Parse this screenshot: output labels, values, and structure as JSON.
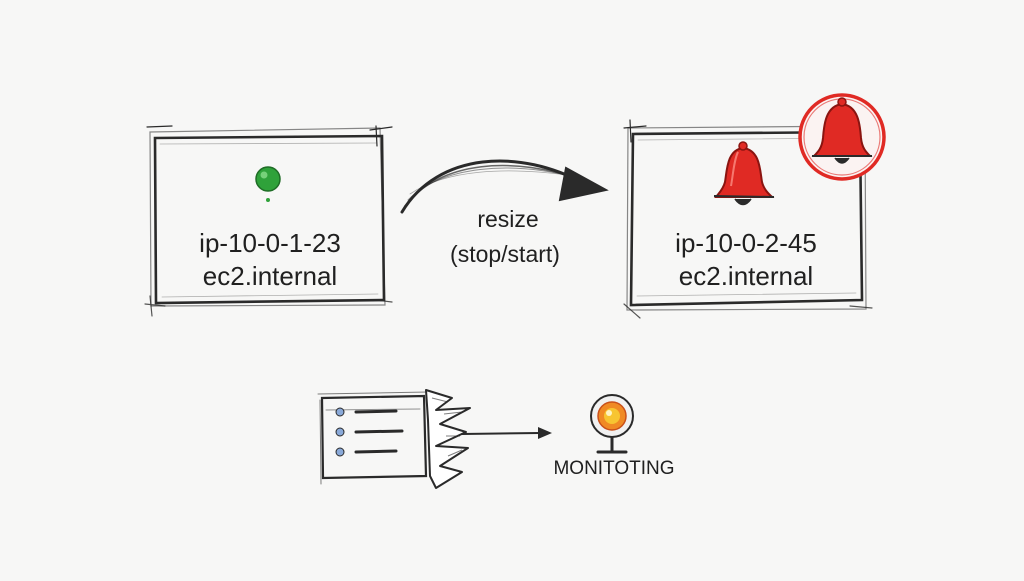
{
  "source_host": {
    "line1": "ip-10-0-1-23",
    "line2": "ec2.internal",
    "status_icon": "green-status-dot"
  },
  "transition": {
    "line1": "resize",
    "line2": "(stop/start)",
    "icon": "curved-arrow"
  },
  "target_host": {
    "line1": "ip-10-0-2-45",
    "line2": "ec2.internal",
    "alert_icon": "bell-icon",
    "alert_badge_icon": "bell-in-circle-icon"
  },
  "monitoring": {
    "label": "MONITOTING",
    "icons": [
      "broken-log-list-icon",
      "arrow-icon",
      "webcam-sensor-icon"
    ]
  },
  "colors": {
    "ink": "#262626",
    "green": "#2fa23a",
    "alert_red": "#e02a24",
    "sensor_orange": "#f08a24",
    "sensor_yellow": "#f7c531",
    "list_blue": "#8aa9d8"
  }
}
